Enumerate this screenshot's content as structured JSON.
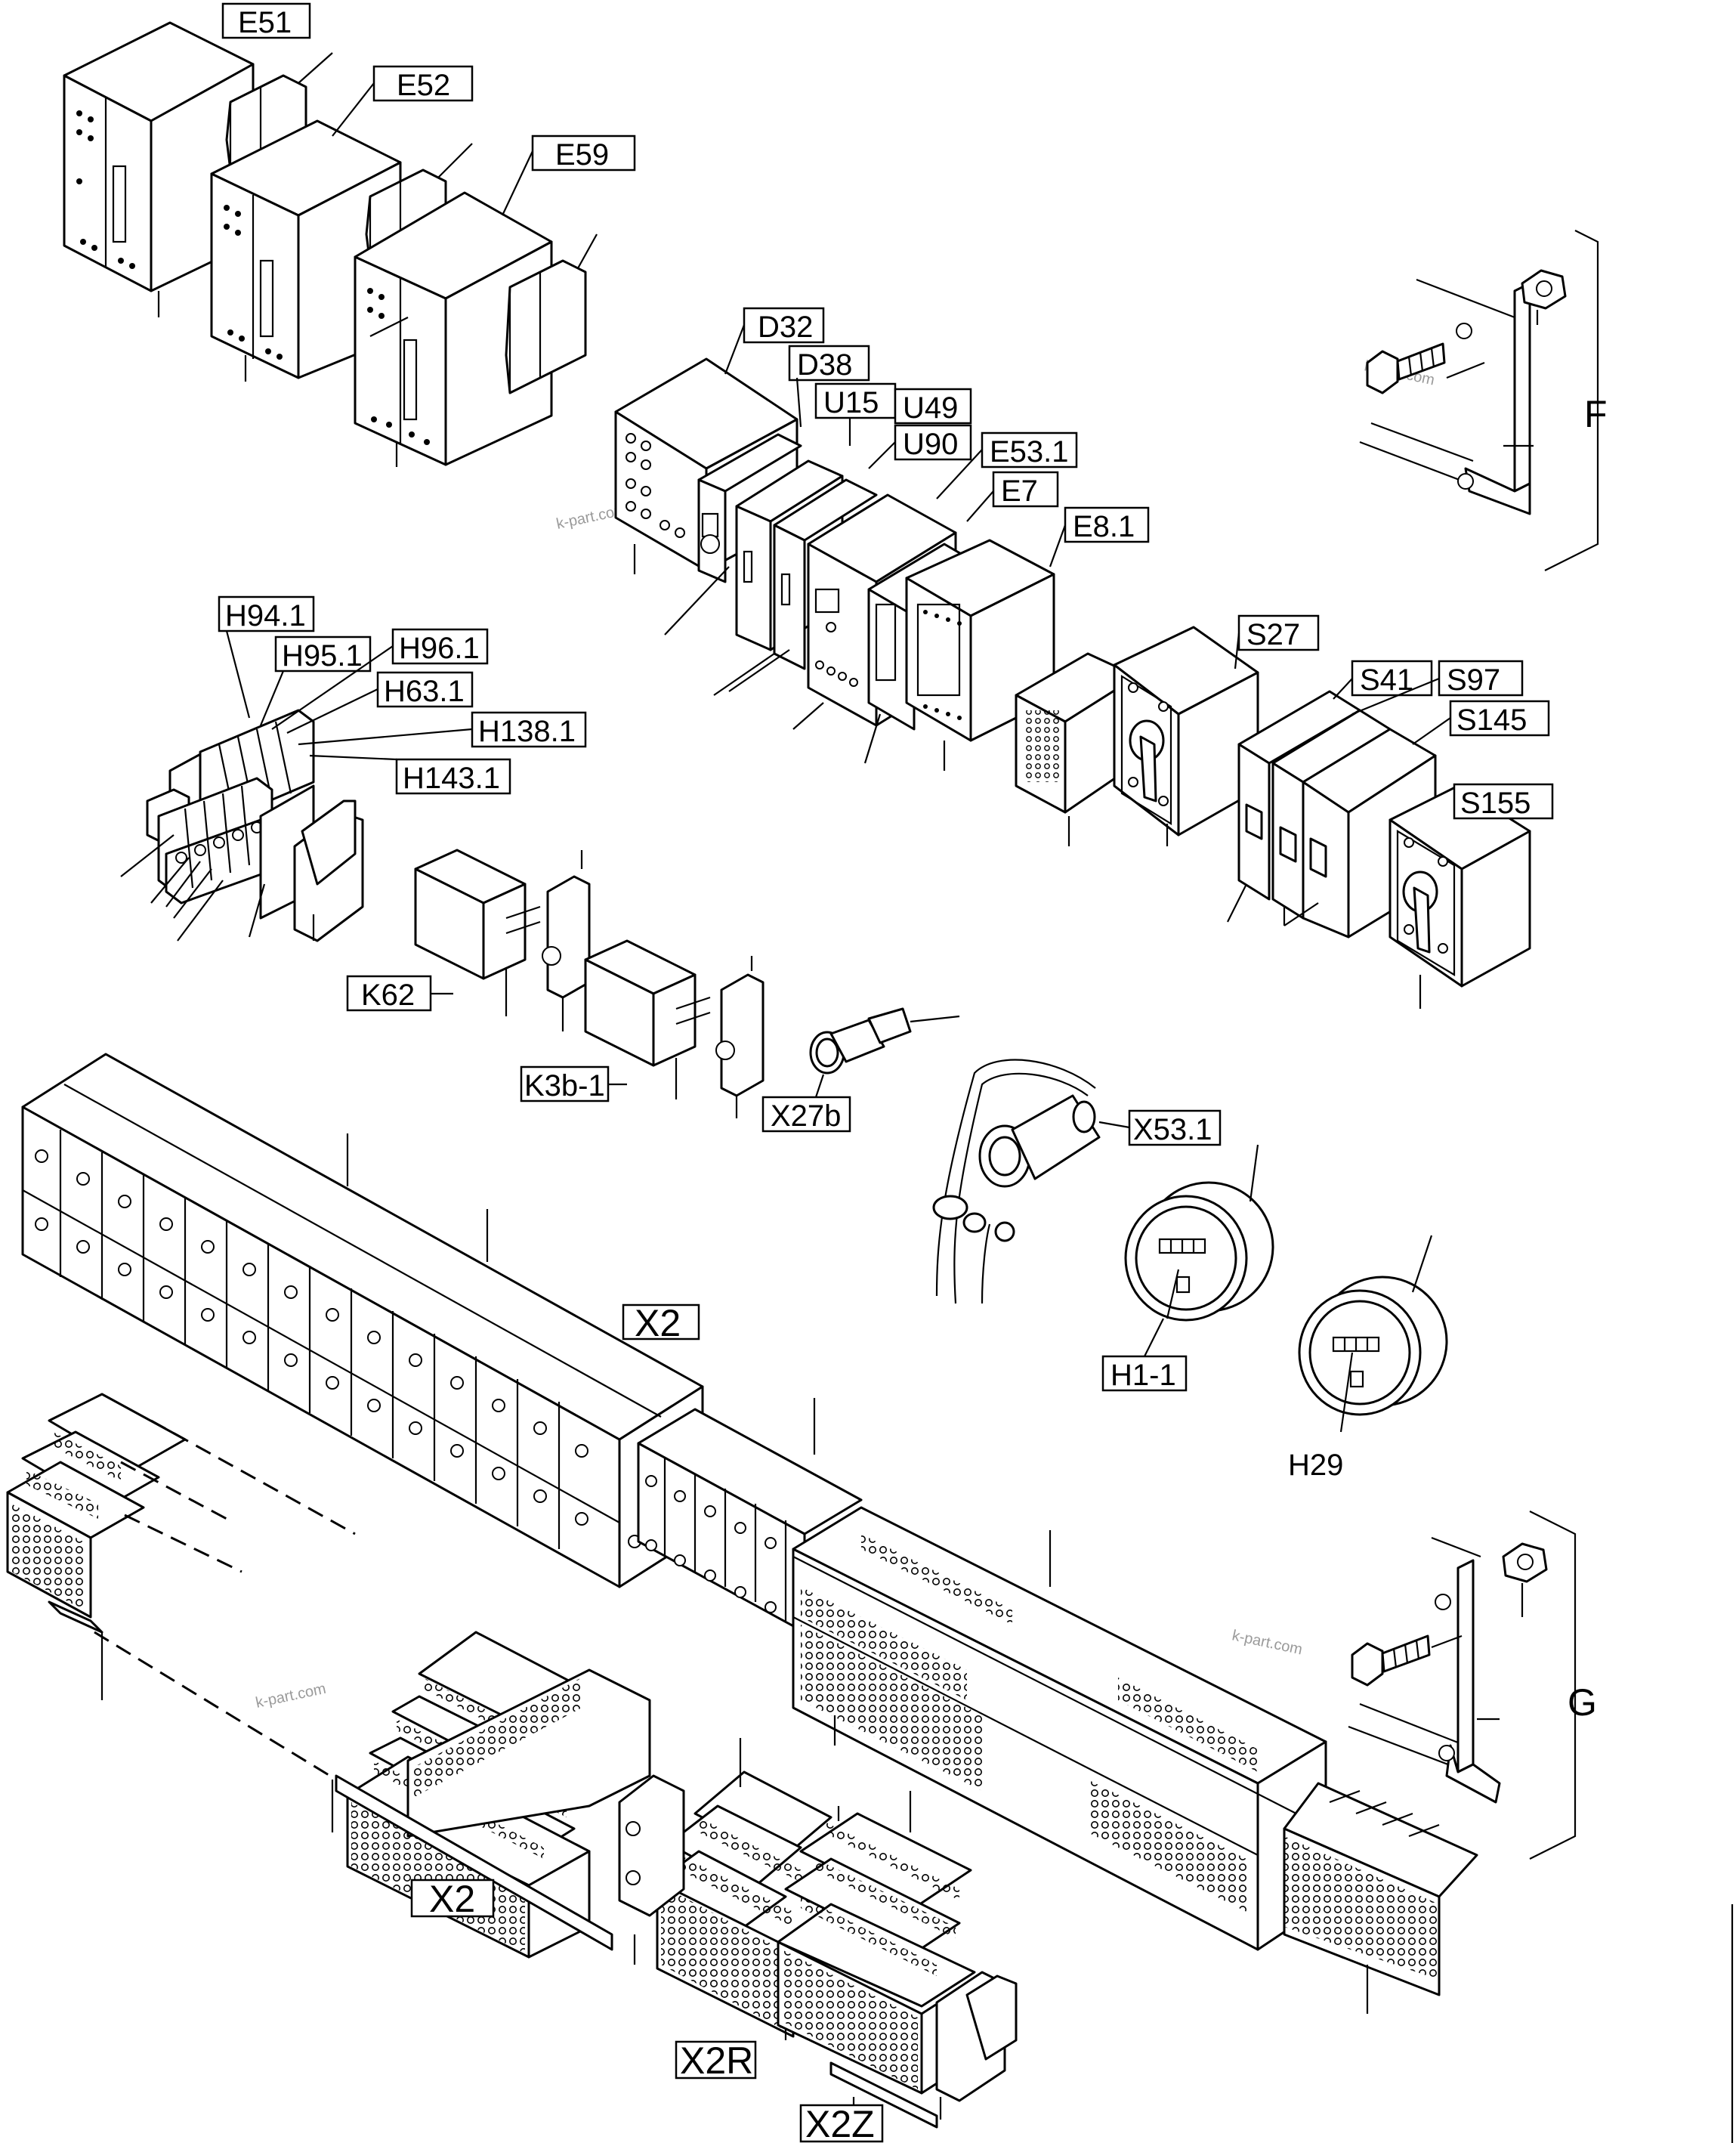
{
  "labels": {
    "E51": "E51",
    "E52": "E52",
    "E59": "E59",
    "D32": "D32",
    "D38": "D38",
    "U15": "U15",
    "U49": "U49",
    "U90": "U90",
    "E53_1": "E53.1",
    "E7": "E7",
    "E8_1": "E8.1",
    "S27": "S27",
    "S41": "S41",
    "S97": "S97",
    "S145": "S145",
    "S155": "S155",
    "H94_1": "H94.1",
    "H95_1": "H95.1",
    "H96_1": "H96.1",
    "H63_1": "H63.1",
    "H138_1": "H138.1",
    "H143_1": "H143.1",
    "K62": "K62",
    "K3b_1": "K3b-1",
    "X27b": "X27b",
    "X53_1": "X53.1",
    "H1_1": "H1-1",
    "H29": "H29",
    "X2_top": "X2",
    "X2_bottom": "X2",
    "X2R": "X2R",
    "X2Z": "X2Z",
    "F": "F",
    "G": "G"
  },
  "watermarks": [
    "k-part.com",
    "k-part.com",
    "k-part.com",
    "k-part.com"
  ]
}
